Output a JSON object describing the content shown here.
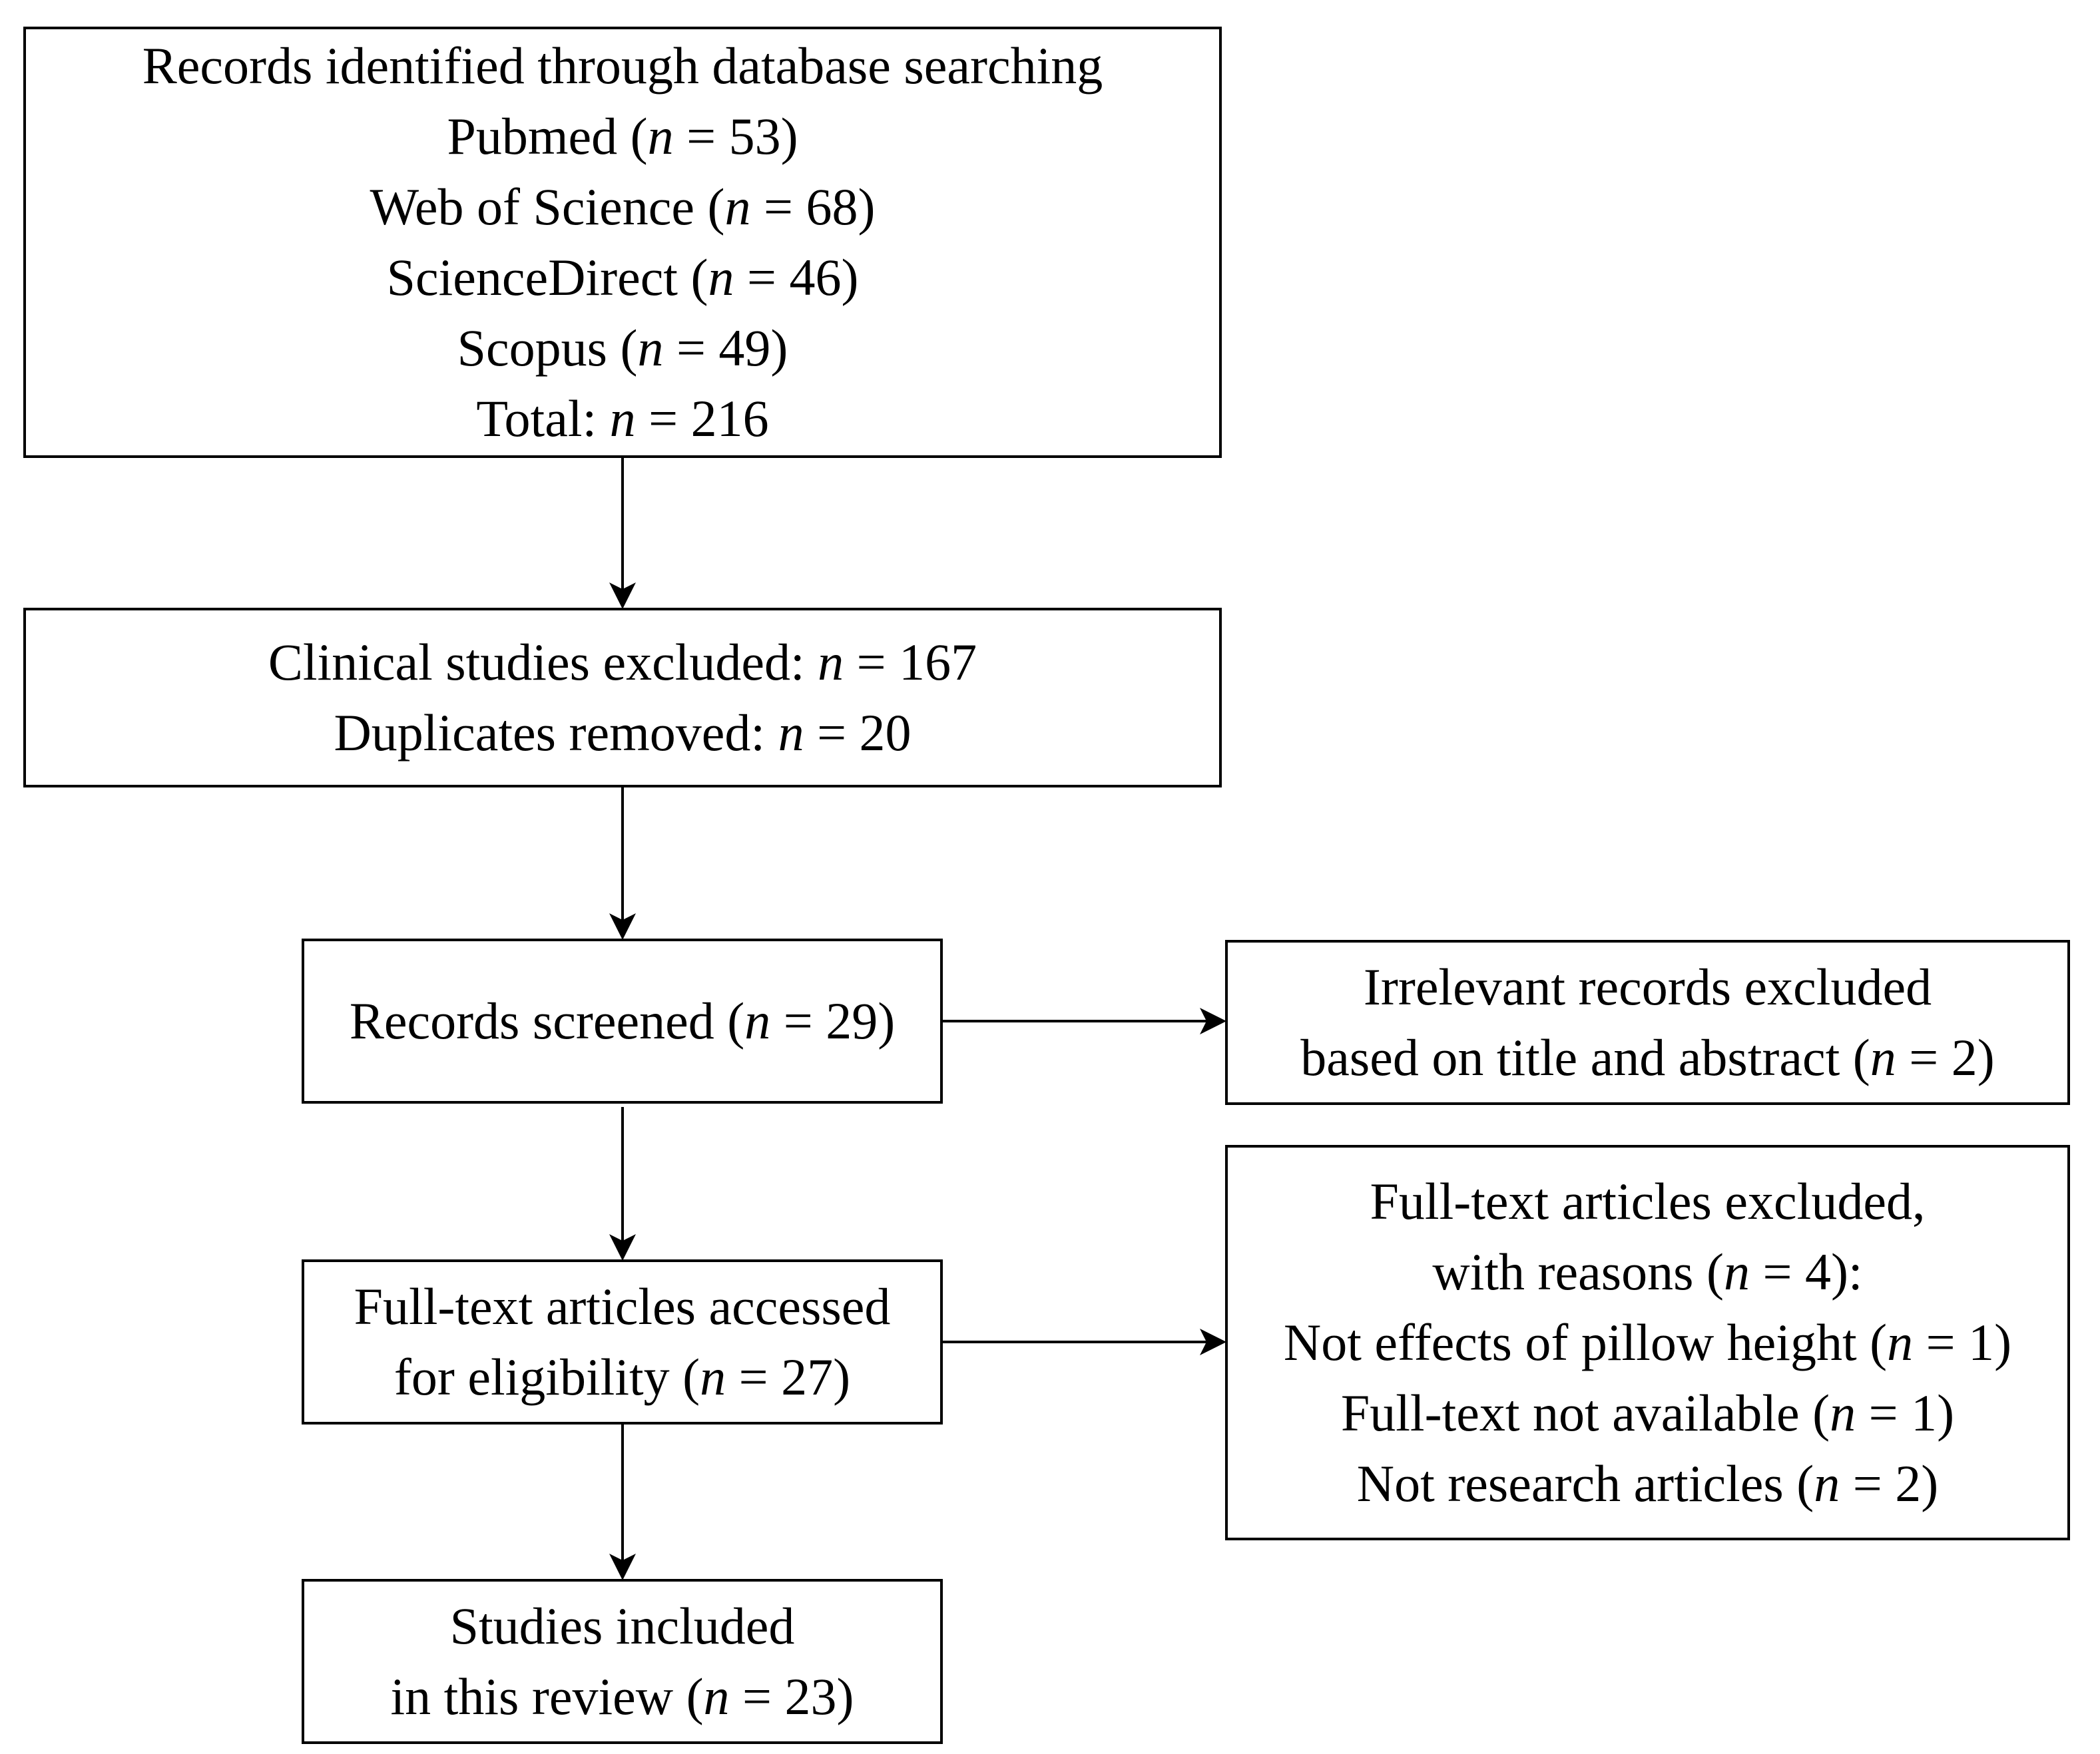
{
  "boxes": {
    "identified": {
      "lines": [
        {
          "pre": "Records identified through database searching",
          "n": "",
          "post": ""
        },
        {
          "pre": "Pubmed (",
          "n": "n",
          "post": " = 53)"
        },
        {
          "pre": "Web of Science (",
          "n": "n",
          "post": " = 68)"
        },
        {
          "pre": "ScienceDirect (",
          "n": "n",
          "post": " = 46)"
        },
        {
          "pre": "Scopus (",
          "n": "n",
          "post": " = 49)"
        },
        {
          "pre": "Total: ",
          "n": "n",
          "post": " = 216"
        }
      ]
    },
    "excluded": {
      "lines": [
        {
          "pre": "Clinical studies excluded: ",
          "n": "n",
          "post": " = 167"
        },
        {
          "pre": "Duplicates removed: ",
          "n": "n",
          "post": " = 20"
        }
      ]
    },
    "screened": {
      "lines": [
        {
          "pre": "Records screened (",
          "n": "n",
          "post": " = 29)"
        }
      ]
    },
    "irrelevant": {
      "lines": [
        {
          "pre": "Irrelevant records excluded",
          "n": "",
          "post": ""
        },
        {
          "pre": "based on title and abstract (",
          "n": "n",
          "post": " = 2)"
        }
      ]
    },
    "fulltext": {
      "lines": [
        {
          "pre": "Full-text articles accessed",
          "n": "",
          "post": ""
        },
        {
          "pre": "for eligibility (",
          "n": "n",
          "post": " = 27)"
        }
      ]
    },
    "reasons": {
      "lines": [
        {
          "pre": "Full-text articles excluded,",
          "n": "",
          "post": ""
        },
        {
          "pre": "with reasons (",
          "n": "n",
          "post": " = 4):"
        },
        {
          "pre": "Not effects of pillow height (",
          "n": "n",
          "post": " = 1)"
        },
        {
          "pre": "Full-text not available (",
          "n": "n",
          "post": " = 1)"
        },
        {
          "pre": "Not research articles (",
          "n": "n",
          "post": " = 2)"
        }
      ]
    },
    "included": {
      "lines": [
        {
          "pre": "Studies included",
          "n": "",
          "post": ""
        },
        {
          "pre": "in this review (",
          "n": "n",
          "post": " = 23)"
        }
      ]
    }
  },
  "colors": {
    "stroke": "#000000",
    "background": "#ffffff"
  }
}
